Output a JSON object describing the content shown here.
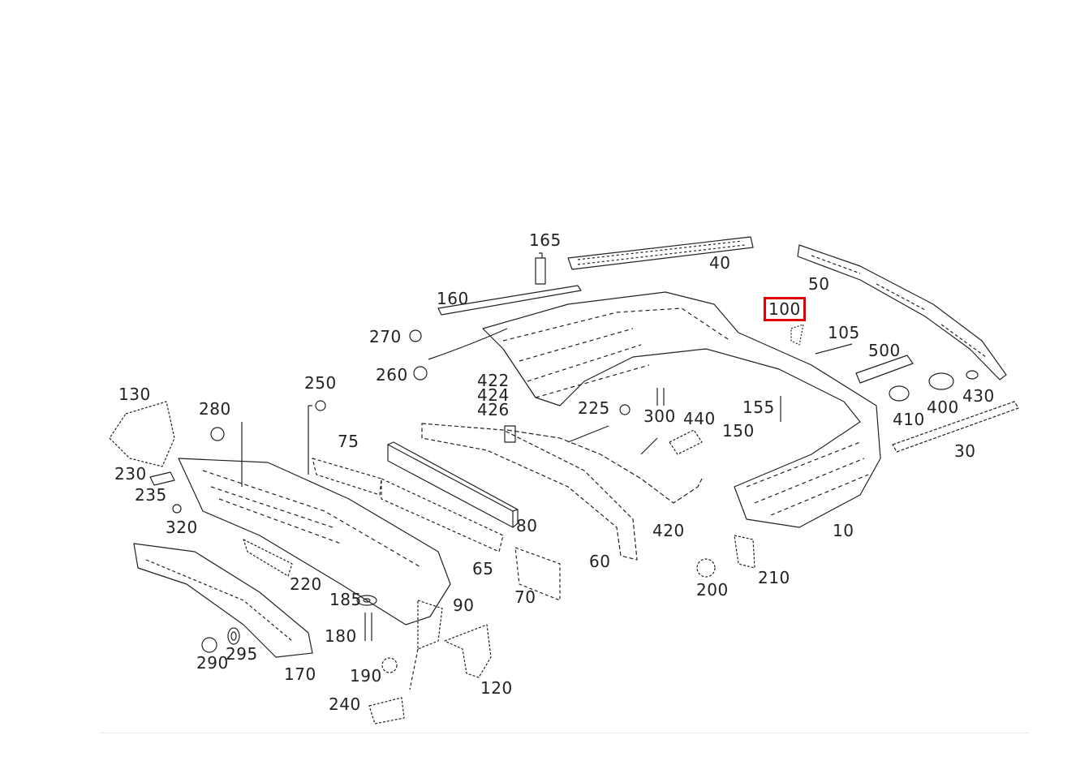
{
  "diagram": {
    "highlighted_part": "100",
    "accent_color": "#e00000",
    "labels": {
      "l165": "165",
      "l40": "40",
      "l50": "50",
      "l160": "160",
      "l100": "100",
      "l105": "105",
      "l500": "500",
      "l270": "270",
      "l260": "260",
      "l422": "422",
      "l424": "424",
      "l426": "426",
      "l130": "130",
      "l280": "280",
      "l250": "250",
      "l225": "225",
      "l300": "300",
      "l440": "440",
      "l155": "155",
      "l150": "150",
      "l410": "410",
      "l400": "400",
      "l430": "430",
      "l30": "30",
      "l75": "75",
      "l230": "230",
      "l235": "235",
      "l320": "320",
      "l80": "80",
      "l420": "420",
      "l10": "10",
      "l60": "60",
      "l65": "65",
      "l70": "70",
      "l220": "220",
      "l185": "185",
      "l90": "90",
      "l200": "200",
      "l210": "210",
      "l180": "180",
      "l295": "295",
      "l290": "290",
      "l170": "170",
      "l190": "190",
      "l120": "120",
      "l240": "240"
    }
  }
}
